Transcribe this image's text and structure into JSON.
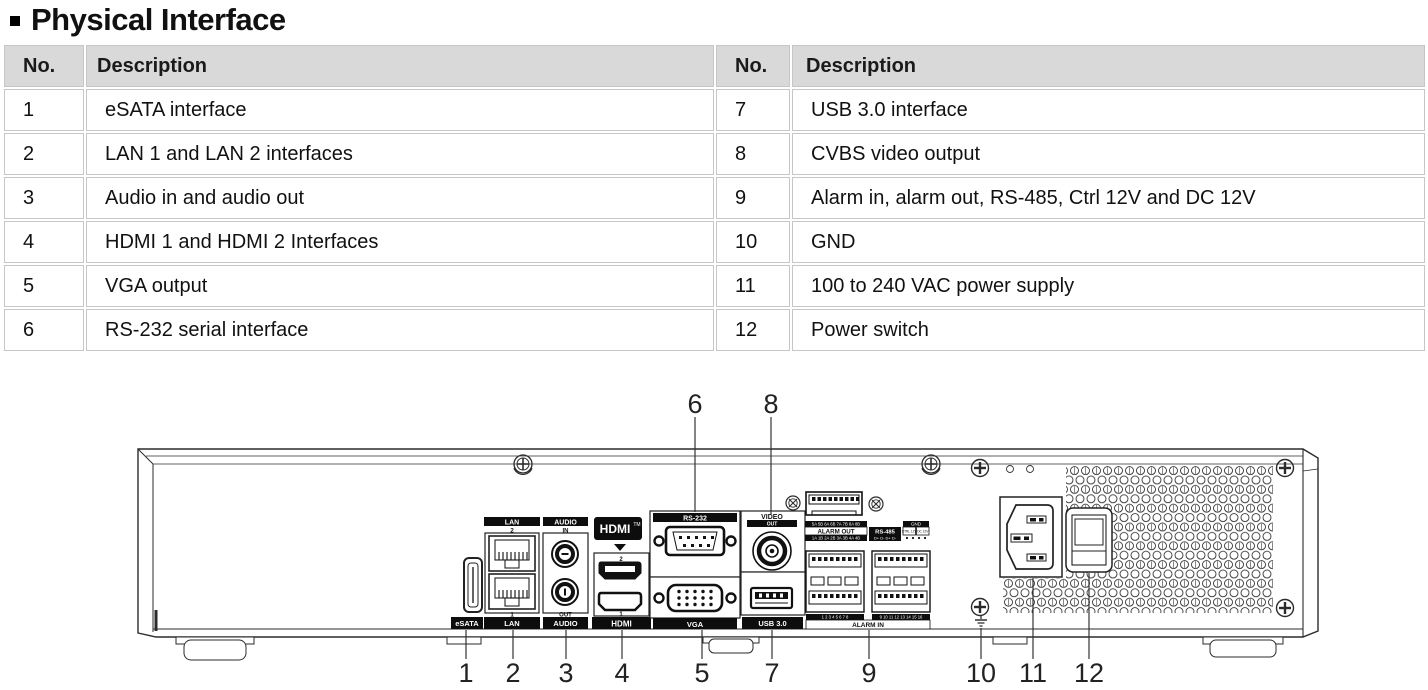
{
  "title": "Physical Interface",
  "table": {
    "headers": [
      "No.",
      "Description",
      "No.",
      "Description"
    ],
    "rows": [
      [
        "1",
        "eSATA  interface",
        "7",
        "USB 3.0 interface"
      ],
      [
        "2",
        "LAN  1  and LAN  2  interfaces",
        "8",
        "CVBS video output"
      ],
      [
        "3",
        "Audio in and audio out",
        "9",
        "Alarm in, alarm out, RS-485, Ctrl 12V and DC 12V"
      ],
      [
        "4",
        "HDMI  1  and  HDMI  2  Interfaces",
        "10",
        "GND"
      ],
      [
        "5",
        "VGA  output",
        "11",
        "100 to 240 VAC  power supply"
      ],
      [
        "6",
        "RS-232 serial interface",
        "12",
        "Power switch"
      ]
    ]
  },
  "diagram": {
    "labels": {
      "esata": "eSATA",
      "lan": "LAN",
      "lan_top_num": "2",
      "lan_bottom_num": "1",
      "audio": "AUDIO",
      "audio_in": "IN",
      "audio_out": "OUT",
      "hdmi_logo": "HDMI",
      "hdmi_tm": "TM",
      "hdmi": "HDMI",
      "hdmi_top_num": "2",
      "hdmi_bottom_num": "1",
      "rs232": "RS-232",
      "vga": "VGA",
      "video": "VIDEO",
      "video_out": "OUT",
      "usb": "USB 3.0",
      "alarm_out_pins_top": "5A 5B 6A 6B 7A 7B 8A 8B",
      "alarm_out": "ALARM OUT",
      "alarm_out_pins_bottom": "1A 1B 2A 2B 3A 3B 4A 4B",
      "rs485": "RS-485",
      "rs485_pins": "D+ D- D+ D-",
      "gnd": "GND",
      "ctrl12v": "CTRL 12V",
      "dc12v": "DC 12V",
      "alarm_in_pins_left": "1 2 3 4 5 6 7 8",
      "alarm_in_pins_right": "9 10 11 12 13 14 15 16",
      "alarm_in": "ALARM IN"
    },
    "callouts_top": [
      {
        "n": "6"
      },
      {
        "n": "8"
      }
    ],
    "callouts_bottom": [
      {
        "n": "1"
      },
      {
        "n": "2"
      },
      {
        "n": "3"
      },
      {
        "n": "4"
      },
      {
        "n": "5"
      },
      {
        "n": "7"
      },
      {
        "n": "9"
      },
      {
        "n": "10"
      },
      {
        "n": "11"
      },
      {
        "n": "12"
      }
    ]
  },
  "colors": {
    "line": "#2b2b2b",
    "header_bg": "#d9d9d9",
    "bar_black": "#0d0d0d"
  }
}
